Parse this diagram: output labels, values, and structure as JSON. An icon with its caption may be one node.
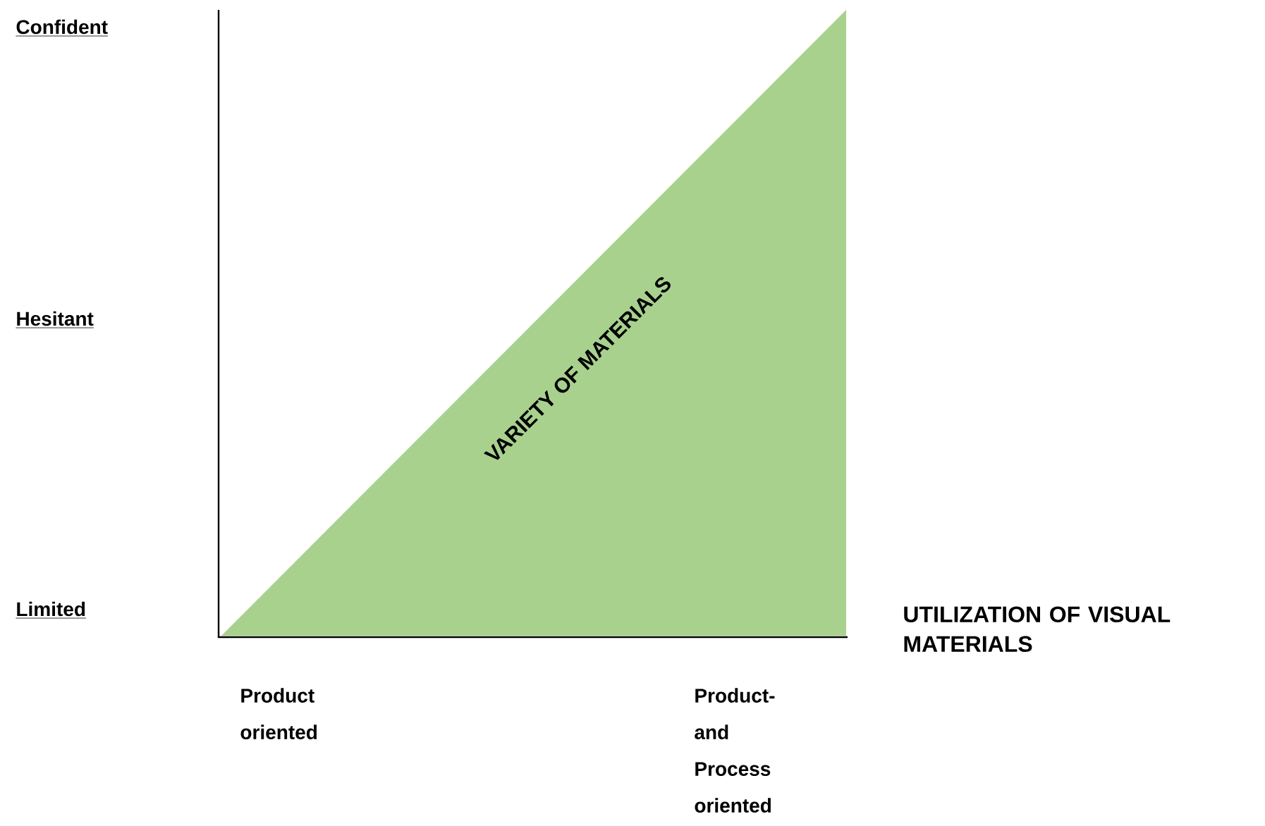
{
  "diagram": {
    "nodes": [
      {
        "text": [
          "VARIETY OF MATERIALS"
        ]
      }
    ],
    "labels": [
      "Confident",
      "Hesitant",
      "Limited",
      "UTILIZATION OF VISUAL MATERIALS",
      "Product oriented",
      "Product- and Process oriented"
    ]
  }
}
